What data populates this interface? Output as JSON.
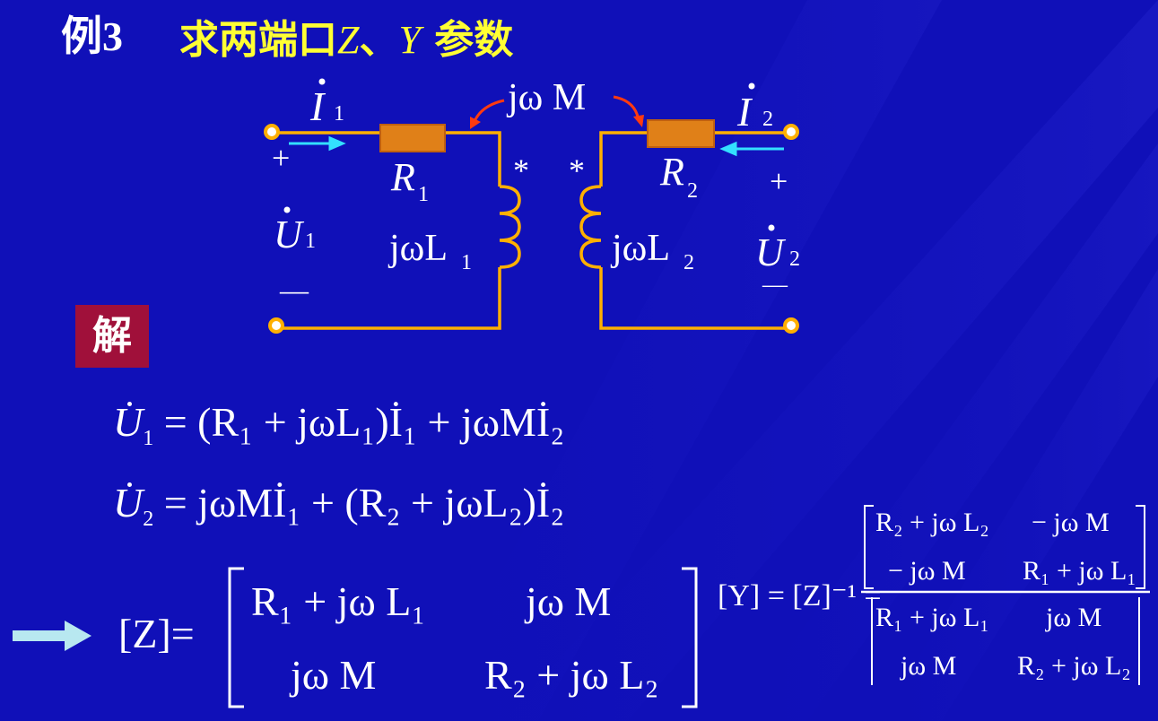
{
  "title": {
    "number": "例3",
    "text": "求两端口",
    "z": "Z",
    "sep": "、",
    "y": "Y",
    "suffix": " 参数"
  },
  "solve_label": "解",
  "circuit": {
    "i1": "I",
    "i1_sub": "1",
    "i2": "I",
    "i2_sub": "2",
    "mutual": "jω M",
    "r1": "R",
    "r1_sub": "1",
    "r2": "R",
    "r2_sub": "2",
    "l1": "jωL",
    "l1_sub": "1",
    "l2": "jωL",
    "l2_sub": "2",
    "u1": "U",
    "u1_sub": "1",
    "u2": "U",
    "u2_sub": "2",
    "plus": "+",
    "minus": "—",
    "dot_mark": "*"
  },
  "equations": {
    "eq1": {
      "lhs": "U",
      "lhs_sub": "1",
      "rest": "= (R₁ + jωL₁)İ₁ + jωMİ₂"
    },
    "eq2": {
      "lhs": "U",
      "lhs_sub": "2",
      "rest": "= jωMİ₁ + (R₂ + jωL₂)İ₂"
    }
  },
  "z_matrix": {
    "label": "[Z]=",
    "cells": [
      "R₁ + jω L₁",
      "jω M",
      "jω M",
      "R₂ + jω L₂"
    ]
  },
  "y_formula": {
    "label": "[Y] = [Z]⁻¹ =",
    "numerator": [
      "R₂ + jω L₂",
      "− jω M",
      "− jω M",
      "R₁ + jω L₁"
    ],
    "denominator": [
      "R₁ + jω L₁",
      "jω M",
      "jω M",
      "R₂ + jω L₂"
    ]
  },
  "colors": {
    "background": "#1010b8",
    "wire": "#ffb000",
    "title_accent": "#ffff33",
    "arrow_cyan": "#33e0ff",
    "mutual_arrow": "#ff3a10",
    "badge": "#a0103a"
  }
}
